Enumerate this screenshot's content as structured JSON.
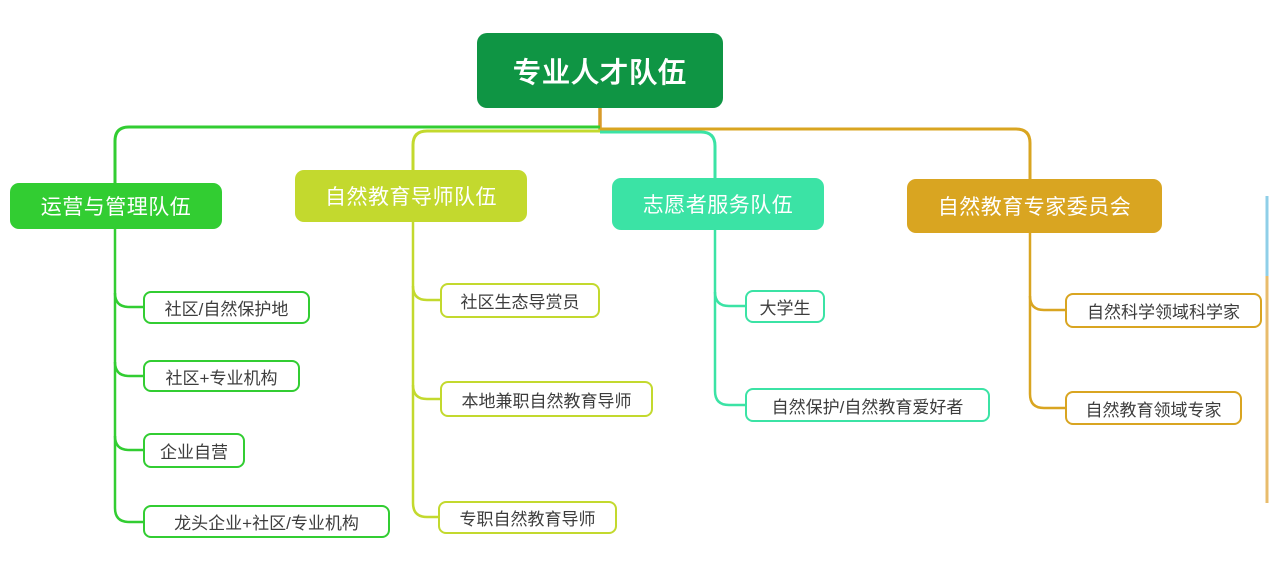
{
  "root": {
    "label": "专业人才队伍"
  },
  "branches": [
    {
      "label": "运营与管理队伍",
      "color": "#32CD32",
      "children": [
        "社区/自然保护地",
        "社区+专业机构",
        "企业自营",
        "龙头企业+社区/专业机构"
      ]
    },
    {
      "label": "自然教育导师队伍",
      "color": "#C3D92E",
      "children": [
        "社区生态导赏员",
        "本地兼职自然教育导师",
        "专职自然教育导师"
      ]
    },
    {
      "label": "志愿者服务队伍",
      "color": "#3BE3A5",
      "children": [
        "大学生",
        "自然保护/自然教育爱好者"
      ]
    },
    {
      "label": "自然教育专家委员会",
      "color": "#D9A521",
      "children": [
        "自然科学领域科学家",
        "自然教育领域专家"
      ]
    }
  ],
  "colors": {
    "root_bg": "#0F9544",
    "root_text": "#FFFFFF",
    "branch_text": "#FFFFFF",
    "child_bg": "#FFFFFF",
    "child_text": "#3D3D3D",
    "stem": "#D89B2B",
    "edge_strip_blue": "#8FCFE8",
    "edge_strip_orange": "#E8BC6C",
    "background": "#FFFFFF"
  }
}
